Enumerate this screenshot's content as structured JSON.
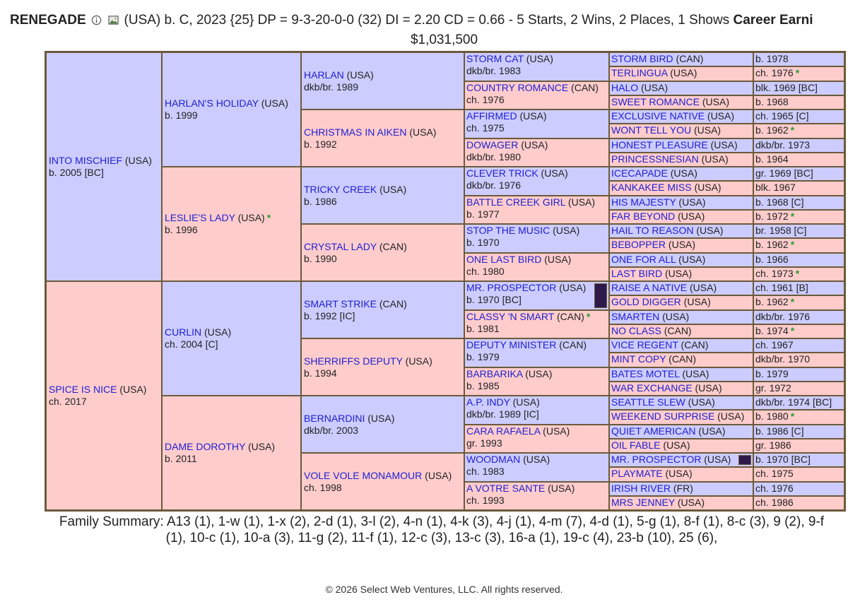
{
  "header": {
    "horse_name": "RENEGADE",
    "info_icon": "info-circle-icon",
    "photo_icon": "image-icon",
    "summary": "(USA) b. C, 2023 {25} DP = 9-3-20-0-0 (32) DI = 2.20   CD = 0.66 - 5 Starts, 2 Wins, 2 Places, 1 Shows",
    "earnings_label": "Career Earni",
    "earnings_value": "$1,031,500"
  },
  "colors": {
    "male": "#ccccff",
    "female": "#ffcccc",
    "link": "#2020d0",
    "border": "#6b5a3b",
    "star": "#2a9d2a"
  },
  "pedigree": {
    "gen1": [
      {
        "name": "INTO MISCHIEF",
        "country": "(USA)",
        "info": "b. 2005 [BC]",
        "sex": "m"
      },
      {
        "name": "SPICE IS NICE",
        "country": "(USA)",
        "info": "ch. 2017",
        "sex": "f"
      }
    ],
    "gen2": [
      {
        "name": "HARLAN'S HOLIDAY",
        "country": "(USA)",
        "info": "b. 1999",
        "sex": "m"
      },
      {
        "name": "LESLIE'S LADY",
        "country": "(USA)",
        "info": "b. 1996",
        "sex": "f",
        "star": "*"
      },
      {
        "name": "CURLIN",
        "country": "(USA)",
        "info": "ch. 2004 [C]",
        "sex": "m"
      },
      {
        "name": "DAME DOROTHY",
        "country": "(USA)",
        "info": "b. 2011",
        "sex": "f"
      }
    ],
    "gen3": [
      {
        "name": "HARLAN",
        "country": "(USA)",
        "info": "dkb/br. 1989",
        "sex": "m"
      },
      {
        "name": "CHRISTMAS IN AIKEN",
        "country": "(USA)",
        "info": "b. 1992",
        "sex": "f"
      },
      {
        "name": "TRICKY CREEK",
        "country": "(USA)",
        "info": "b. 1986",
        "sex": "m"
      },
      {
        "name": "CRYSTAL LADY",
        "country": "(CAN)",
        "info": "b. 1990",
        "sex": "f"
      },
      {
        "name": "SMART STRIKE",
        "country": "(CAN)",
        "info": "b. 1992 [IC]",
        "sex": "m"
      },
      {
        "name": "SHERRIFFS DEPUTY",
        "country": "(USA)",
        "info": "b. 1994",
        "sex": "f"
      },
      {
        "name": "BERNARDINI",
        "country": "(USA)",
        "info": "dkb/br. 2003",
        "sex": "m"
      },
      {
        "name": "VOLE VOLE MONAMOUR",
        "country": "(USA)",
        "info": "ch. 1998",
        "sex": "f"
      }
    ],
    "gen4": [
      {
        "name": "STORM CAT",
        "country": "(USA)",
        "info": "dkb/br. 1983",
        "sex": "m"
      },
      {
        "name": "COUNTRY ROMANCE",
        "country": "(CAN)",
        "info": "ch. 1976",
        "sex": "f"
      },
      {
        "name": "AFFIRMED",
        "country": "(USA)",
        "info": "ch. 1975",
        "sex": "m"
      },
      {
        "name": "DOWAGER",
        "country": "(USA)",
        "info": "dkb/br. 1980",
        "sex": "f"
      },
      {
        "name": "CLEVER TRICK",
        "country": "(USA)",
        "info": "dkb/br. 1976",
        "sex": "m"
      },
      {
        "name": "BATTLE CREEK GIRL",
        "country": "(USA)",
        "info": "b. 1977",
        "sex": "f"
      },
      {
        "name": "STOP THE MUSIC",
        "country": "(USA)",
        "info": "b. 1970",
        "sex": "m"
      },
      {
        "name": "ONE LAST BIRD",
        "country": "(USA)",
        "info": "ch. 1980",
        "sex": "f"
      },
      {
        "name": "MR. PROSPECTOR",
        "country": "(USA)",
        "info": "b. 1970 [BC]",
        "sex": "m",
        "tag": true
      },
      {
        "name": "CLASSY 'N SMART",
        "country": "(CAN)",
        "info": "b. 1981",
        "sex": "f",
        "star": "*"
      },
      {
        "name": "DEPUTY MINISTER",
        "country": "(CAN)",
        "info": "b. 1979",
        "sex": "m"
      },
      {
        "name": "BARBARIKA",
        "country": "(USA)",
        "info": "b. 1985",
        "sex": "f"
      },
      {
        "name": "A.P. INDY",
        "country": "(USA)",
        "info": "dkb/br. 1989 [IC]",
        "sex": "m"
      },
      {
        "name": "CARA RAFAELA",
        "country": "(USA)",
        "info": "gr. 1993",
        "sex": "f"
      },
      {
        "name": "WOODMAN",
        "country": "(USA)",
        "info": "ch. 1983",
        "sex": "m"
      },
      {
        "name": "A VOTRE SANTE",
        "country": "(USA)",
        "info": "ch. 1993",
        "sex": "f"
      }
    ],
    "gen5": [
      {
        "name": "STORM BIRD",
        "country": "(CAN)",
        "info": "b. 1978",
        "sex": "m"
      },
      {
        "name": "TERLINGUA",
        "country": "(USA)",
        "info": "ch. 1976",
        "sex": "f",
        "star": "*"
      },
      {
        "name": "HALO",
        "country": "(USA)",
        "info": "blk. 1969 [BC]",
        "sex": "m"
      },
      {
        "name": "SWEET ROMANCE",
        "country": "(USA)",
        "info": "b. 1968",
        "sex": "f"
      },
      {
        "name": "EXCLUSIVE NATIVE",
        "country": "(USA)",
        "info": "ch. 1965 [C]",
        "sex": "m"
      },
      {
        "name": "WONT TELL YOU",
        "country": "(USA)",
        "info": "b. 1962",
        "sex": "f",
        "star": "*"
      },
      {
        "name": "HONEST PLEASURE",
        "country": "(USA)",
        "info": "dkb/br. 1973",
        "sex": "m"
      },
      {
        "name": "PRINCESSNESIAN",
        "country": "(USA)",
        "info": "b. 1964",
        "sex": "f"
      },
      {
        "name": "ICECAPADE",
        "country": "(USA)",
        "info": "gr. 1969 [BC]",
        "sex": "m"
      },
      {
        "name": "KANKAKEE MISS",
        "country": "(USA)",
        "info": "blk. 1967",
        "sex": "f"
      },
      {
        "name": "HIS MAJESTY",
        "country": "(USA)",
        "info": "b. 1968 [C]",
        "sex": "m"
      },
      {
        "name": "FAR BEYOND",
        "country": "(USA)",
        "info": "b. 1972",
        "sex": "f",
        "star": "*"
      },
      {
        "name": "HAIL TO REASON",
        "country": "(USA)",
        "info": "br. 1958 [C]",
        "sex": "m"
      },
      {
        "name": "BEBOPPER",
        "country": "(USA)",
        "info": "b. 1962",
        "sex": "f",
        "star": "*"
      },
      {
        "name": "ONE FOR ALL",
        "country": "(USA)",
        "info": "b. 1966",
        "sex": "m"
      },
      {
        "name": "LAST BIRD",
        "country": "(USA)",
        "info": "ch. 1973",
        "sex": "f",
        "star": "*"
      },
      {
        "name": "RAISE A NATIVE",
        "country": "(USA)",
        "info": "ch. 1961 [B]",
        "sex": "m"
      },
      {
        "name": "GOLD DIGGER",
        "country": "(USA)",
        "info": "b. 1962",
        "sex": "f",
        "star": "*"
      },
      {
        "name": "SMARTEN",
        "country": "(USA)",
        "info": "dkb/br. 1976",
        "sex": "m"
      },
      {
        "name": "NO CLASS",
        "country": "(CAN)",
        "info": "b. 1974",
        "sex": "f",
        "star": "*"
      },
      {
        "name": "VICE REGENT",
        "country": "(CAN)",
        "info": "ch. 1967",
        "sex": "m"
      },
      {
        "name": "MINT COPY",
        "country": "(CAN)",
        "info": "dkb/br. 1970",
        "sex": "f"
      },
      {
        "name": "BATES MOTEL",
        "country": "(USA)",
        "info": "b. 1979",
        "sex": "m"
      },
      {
        "name": "WAR EXCHANGE",
        "country": "(USA)",
        "info": "gr. 1972",
        "sex": "f"
      },
      {
        "name": "SEATTLE SLEW",
        "country": "(USA)",
        "info": "dkb/br. 1974 [BC]",
        "sex": "m"
      },
      {
        "name": "WEEKEND SURPRISE",
        "country": "(USA)",
        "info": "b. 1980",
        "sex": "f",
        "star": "*"
      },
      {
        "name": "QUIET AMERICAN",
        "country": "(USA)",
        "info": "b. 1986 [C]",
        "sex": "m"
      },
      {
        "name": "OIL FABLE",
        "country": "(USA)",
        "info": "gr. 1986",
        "sex": "f"
      },
      {
        "name": "MR. PROSPECTOR",
        "country": "(USA)",
        "info": "b. 1970 [BC]",
        "sex": "m",
        "tag": true
      },
      {
        "name": "PLAYMATE",
        "country": "(USA)",
        "info": "ch. 1975",
        "sex": "f"
      },
      {
        "name": "IRISH RIVER",
        "country": "(FR)",
        "info": "ch. 1976",
        "sex": "m"
      },
      {
        "name": "MRS JENNEY",
        "country": "(USA)",
        "info": "ch. 1986",
        "sex": "f"
      }
    ]
  },
  "family_summary": "Family Summary: A13 (1), 1-w (1), 1-x (2), 2-d (1), 3-l (2), 4-n (1), 4-k (3), 4-j (1), 4-m (7), 4-d (1), 5-g (1), 8-f (1), 8-c (3), 9 (2), 9-f (1), 10-c (1), 10-a (3), 11-g (2), 11-f (1), 12-c (3), 13-c (3), 16-a (1), 19-c (4), 23-b (10), 25 (6),",
  "footer": "© 2026 Select Web Ventures, LLC. All rights reserved."
}
